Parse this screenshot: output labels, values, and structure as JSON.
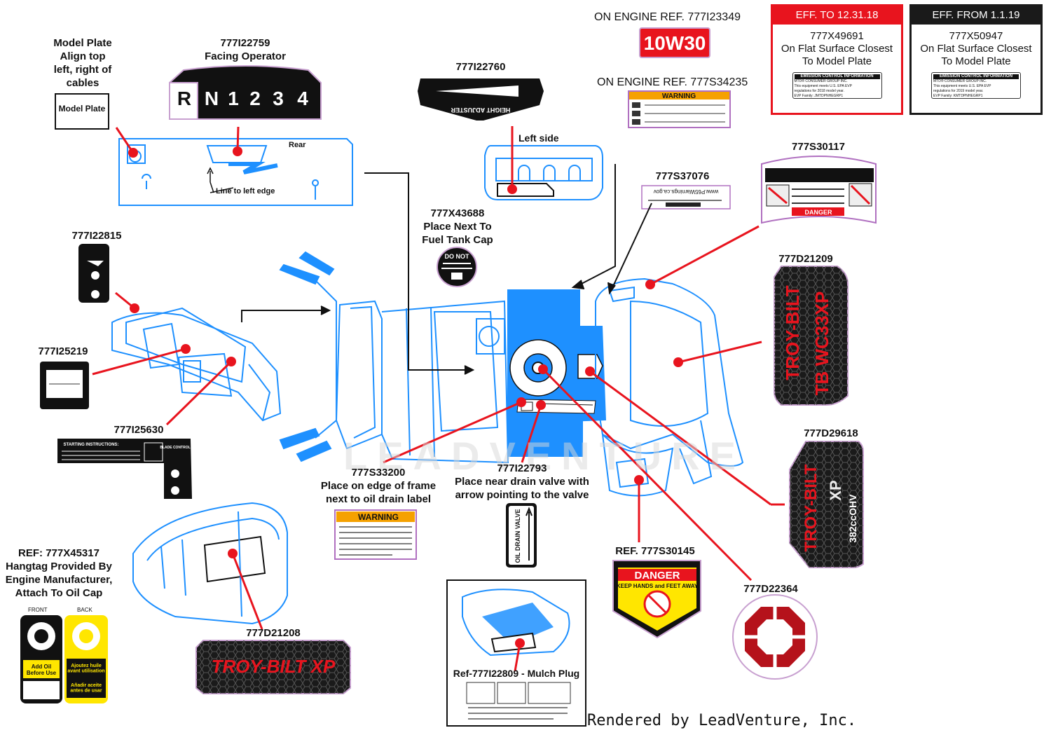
{
  "labels": {
    "model_plate_note": "Model Plate\nAlign top\nleft, right of\ncables",
    "model_plate_box": "Model Plate",
    "p_777I22759": "777I22759\nFacing Operator",
    "gear_chars": [
      "R",
      "N",
      "1",
      "2",
      "3",
      "4"
    ],
    "rear": "Rear",
    "line_left": "Line to left edge",
    "p_777I22760": "777I22760",
    "height_adjuster_text": "HEIGHT ADJUSTER",
    "left_side": "Left side",
    "on_engine_1": "ON ENGINE  REF. 777I23349",
    "oil_10w30": "10W30",
    "on_engine_2": "ON ENGINE  REF. 777S34235",
    "warning_word": "WARNING",
    "p_777X43688": "777X43688\nPlace Next To\nFuel Tank Cap",
    "do_not_text": "DO NOT",
    "p_777S37076": "777S37076",
    "p65_text": "www.P65Warnings.ca.gov",
    "p_777S30117": "777S30117",
    "danger_word": "DANGER",
    "p_777I22815": "777I22815",
    "p_777D21209": "777D21209",
    "troybilt_logo": "TROY-BILT",
    "tb_wc33xp": "TB WC33XP",
    "p_777I25219": "777I25219",
    "p_777I25630": "777I25630",
    "starting_instructions": "STARTING INSTRUCTIONS:",
    "blade_control": "BLADE CONTROL",
    "p_777D29618": "777D29618",
    "xp_series": "XP",
    "cc_ohv": "382ccOHV",
    "p_777S33200": "777S33200\nPlace on edge of frame\nnext to oil drain label",
    "p_777I22793": "777I22793\nPlace near drain valve with\narrow pointing to the valve",
    "oil_drain_valve": "OIL DRAIN VALVE",
    "ref_777S30145": "REF.  777S30145",
    "danger_small": "DANGER",
    "keep_hands": "KEEP HANDS and FEET AWAY",
    "p_777D22364": "777D22364",
    "ref_777X45317": "REF: 777X45317\nHangtag Provided By\nEngine Manufacturer,\nAttach To Oil Cap",
    "front": "FRONT",
    "back": "BACK",
    "add_oil": "Add Oil\nBefore Use",
    "add_oil_fr": "Ajoutez huile\navant utilisation",
    "add_oil_es": "Añadir aceite\nantes de usar",
    "p_777D21208": "777D21208",
    "troybilt_xp": "TROY-BILT XP",
    "mulch_plug": "Ref-777I22809 - Mulch Plug",
    "credit": "Rendered by LeadVenture, Inc.",
    "watermark": "LEADVENTURE"
  },
  "eff_to": {
    "header": "EFF. TO 12.31.18",
    "text": "777X49691\nOn Flat Surface Closest\nTo Model Plate",
    "mini_head": "EMISSION CONTROL INFORMATION",
    "mini_body": "MTD® CONSUMER GROUP INC.\nThis equipment meets U.S. EPA EVP\nregulations for 2018 model year.\nEVP Family: JMTDPNHEGRP1"
  },
  "eff_from": {
    "header": "EFF. FROM 1.1.19",
    "text": "777X50947\nOn Flat Surface Closest\nTo Model Plate",
    "mini_head": "EMISSION CONTROL INFORMATION",
    "mini_body": "MTD® CONSUMER GROUP INC.\nThis equipment meets U.S. EPA EVP\nregulations for 2019 model year.\nEVP Family: KMTDPNHEGRP1"
  },
  "colors": {
    "red": "#e8141e",
    "blue": "#1e90ff",
    "black": "#111111",
    "yellow": "#ffe600",
    "orange": "#f5a100"
  }
}
